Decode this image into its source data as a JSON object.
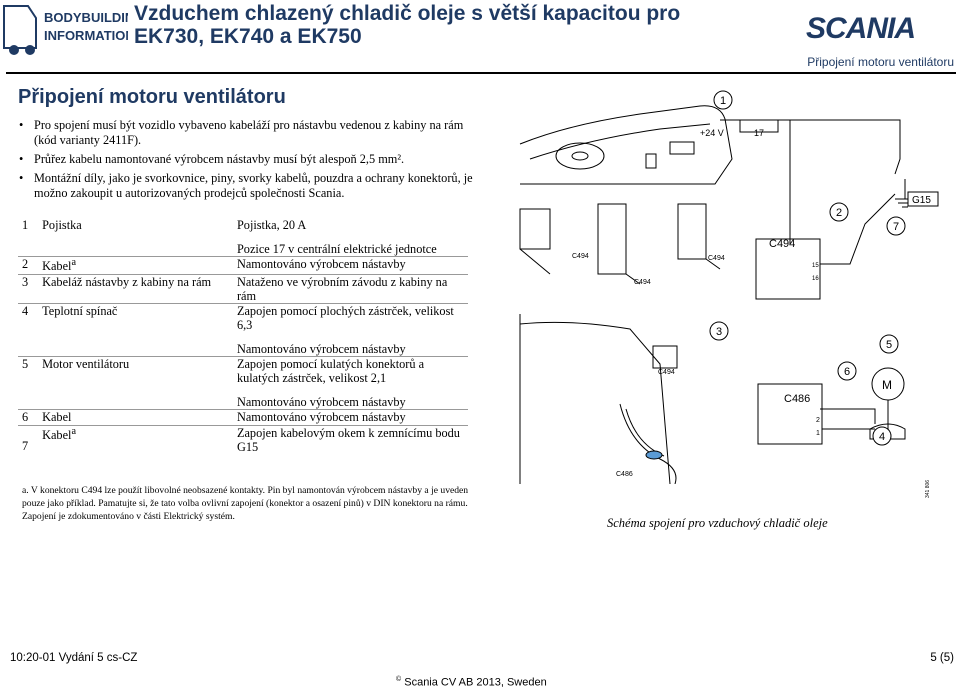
{
  "header": {
    "logo_line1": "BODYBUILDING",
    "logo_line2": "INFORMATION",
    "title_line1": "Vzduchem chlazený chladič oleje s větší kapacitou pro",
    "title_line2": "EK730, EK740 a EK750",
    "brand": "SCANIA",
    "section_subtitle": "Připojení motoru ventilátoru"
  },
  "section": {
    "heading": "Připojení motoru ventilátoru",
    "bullets": [
      "Pro spojení musí být vozidlo vybaveno kabeláží pro nástavbu vedenou z kabiny na rám (kód varianty 2411F).",
      "Průřez kabelu namontované výrobcem nástavby musí být alespoň 2,5 mm².",
      "Montážní díly, jako je svorkovnice, piny, svorky kabelů, pouzdra a ochrany konektorů, je možno zakoupit u autorizovaných prodejců společnosti Scania."
    ]
  },
  "parts_table": [
    {
      "num": "1",
      "part": "Pojistka",
      "sup": "",
      "desc": [
        "Pojistka, 20 A",
        "",
        "Pozice 17 v centrální elektrické jednotce"
      ]
    },
    {
      "num": "2",
      "part": "Kabel",
      "sup": "a",
      "desc": [
        "Namontováno výrobcem nástavby"
      ]
    },
    {
      "num": "3",
      "part": "Kabeláž nástavby z kabiny na rám",
      "sup": "",
      "desc": [
        "Nataženo ve výrobním závodu z kabiny na rám"
      ]
    },
    {
      "num": "4",
      "part": "Teplotní spínač",
      "sup": "",
      "desc": [
        "Zapojen pomocí plochých zástrček, velikost 6,3",
        "",
        "Namontováno výrobcem nástavby"
      ]
    },
    {
      "num": "5",
      "part": "Motor ventilátoru",
      "sup": "",
      "desc": [
        "Zapojen pomocí kulatých konektorů a kulatých zástrček, velikost 2,1",
        "",
        "Namontováno výrobcem nástavby"
      ]
    },
    {
      "num": "6",
      "part": "Kabel",
      "sup": "",
      "desc": [
        "Namontováno výrobcem nástavby"
      ]
    },
    {
      "num": "7",
      "part": "Kabel",
      "sup": "a",
      "desc": [
        "Zapojen kabelovým okem k zemnícímu bodu G15"
      ]
    }
  ],
  "footnote": "a. V konektoru C494 lze použít libovolné neobsazené kontakty. Pin byl namontován výrobcem nástavby a je uveden pouze jako příklad. Pamatujte si, že tato volba ovlivní zapojení (konektor a osazení pinů) v DIN konektoru na rámu. Zapojení je zdokumentováno v části Elektrický systém.",
  "figure": {
    "caption": "Schéma spojení pro vzduchový chladič oleje",
    "figure_id": "341 806",
    "callouts": [
      "1",
      "2",
      "3",
      "4",
      "5",
      "6",
      "7"
    ],
    "supply_label": "+24 V",
    "fuse_pos": "17",
    "ground_label": "G15",
    "connector_c494": "C494",
    "connector_c486": "C486",
    "pins_top": [
      "15",
      "16"
    ],
    "pins_bottom": [
      "2",
      "1"
    ],
    "motor_label": "M"
  },
  "footer": {
    "doc_issue": "10:20-01 Vydání 5 cs-CZ",
    "page": "5 (5)",
    "copyright_symbol": "©",
    "copyright": "Scania CV AB 2013, Sweden"
  }
}
